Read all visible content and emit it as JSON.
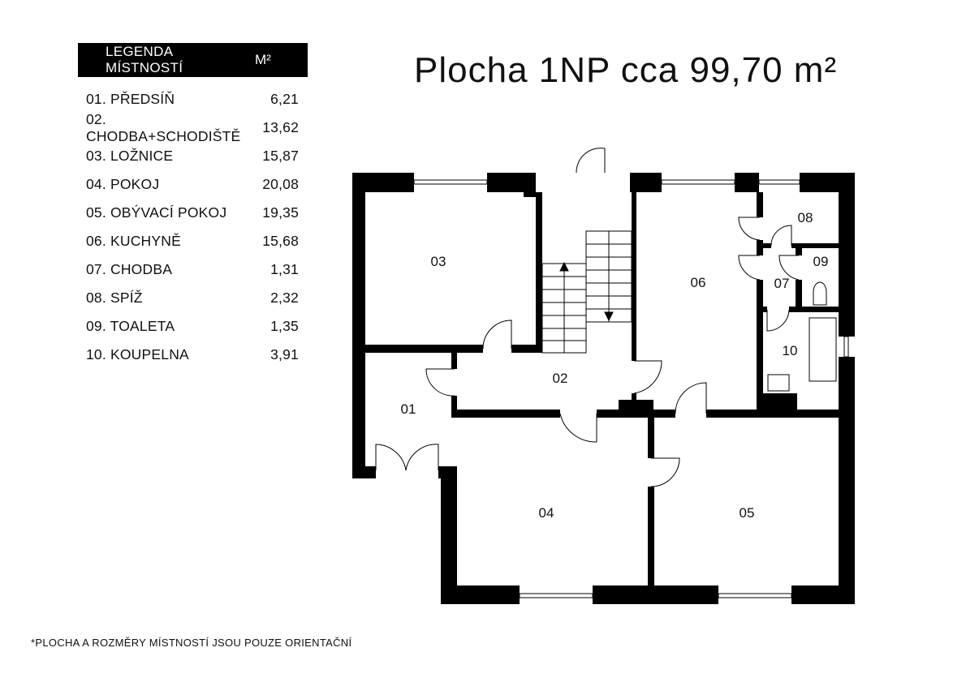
{
  "legend": {
    "title": "LEGENDA MÍSTNOSTÍ",
    "unit": "M²",
    "rooms": [
      {
        "name": "01. PŘEDSÍŇ",
        "area": "6,21"
      },
      {
        "name": "02. CHODBA+SCHODIŠTĚ",
        "area": "13,62"
      },
      {
        "name": "03. LOŽNICE",
        "area": "15,87"
      },
      {
        "name": "04. POKOJ",
        "area": "20,08"
      },
      {
        "name": "05. OBÝVACÍ POKOJ",
        "area": "19,35"
      },
      {
        "name": "06. KUCHYNĚ",
        "area": "15,68"
      },
      {
        "name": "07. CHODBA",
        "area": "1,31"
      },
      {
        "name": "08. SPÍŽ",
        "area": "2,32"
      },
      {
        "name": "09. TOALETA",
        "area": "1,35"
      },
      {
        "name": "10. KOUPELNA",
        "area": "3,91"
      }
    ]
  },
  "title": "Plocha 1NP cca 99,70 m²",
  "plan_labels": [
    "01",
    "02",
    "03",
    "04",
    "05",
    "06",
    "07",
    "08",
    "09",
    "10"
  ],
  "note": "*PLOCHA A ROZMĚRY  MÍSTNOSTÍ  JSOU POUZE ORIENTAČNÍ"
}
